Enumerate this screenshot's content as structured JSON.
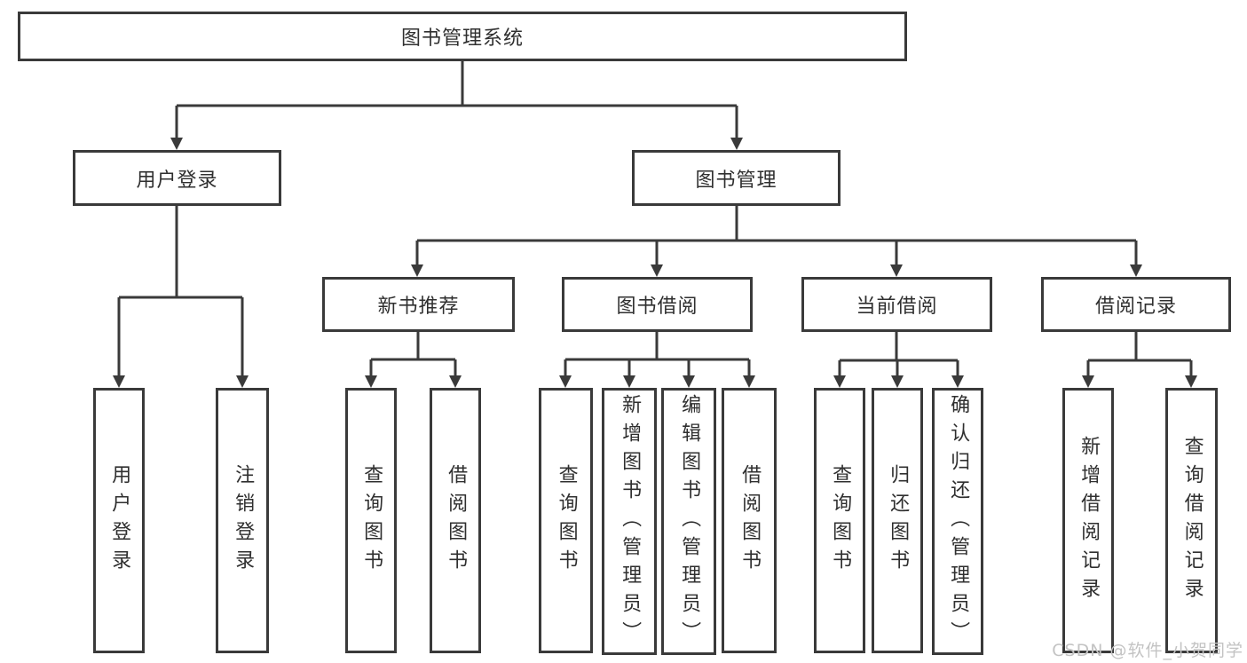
{
  "diagram": {
    "type": "hierarchy-tree",
    "colors": {
      "border": "#3a3a3a",
      "line": "#3a3a3a",
      "text": "#2f2f2f",
      "background": "#ffffff",
      "watermark": "#c3c3c3"
    }
  },
  "tree": {
    "label": "图书管理系统",
    "children": [
      {
        "label": "用户登录",
        "children": [
          {
            "label": "用户登录"
          },
          {
            "label": "注销登录"
          }
        ]
      },
      {
        "label": "图书管理",
        "children": [
          {
            "label": "新书推荐",
            "children": [
              {
                "label": "查询图书"
              },
              {
                "label": "借阅图书"
              }
            ]
          },
          {
            "label": "图书借阅",
            "children": [
              {
                "label": "查询图书"
              },
              {
                "label": "新增图书（管理员）"
              },
              {
                "label": "编辑图书（管理员）"
              },
              {
                "label": "借阅图书"
              }
            ]
          },
          {
            "label": "当前借阅",
            "children": [
              {
                "label": "查询图书"
              },
              {
                "label": "归还图书"
              },
              {
                "label": "确认归还（管理员）"
              }
            ]
          },
          {
            "label": "借阅记录",
            "children": [
              {
                "label": "新增借阅记录"
              },
              {
                "label": "查询借阅记录"
              }
            ]
          }
        ]
      }
    ]
  },
  "watermark": {
    "text": "CSDN @软件_小贺同学"
  }
}
